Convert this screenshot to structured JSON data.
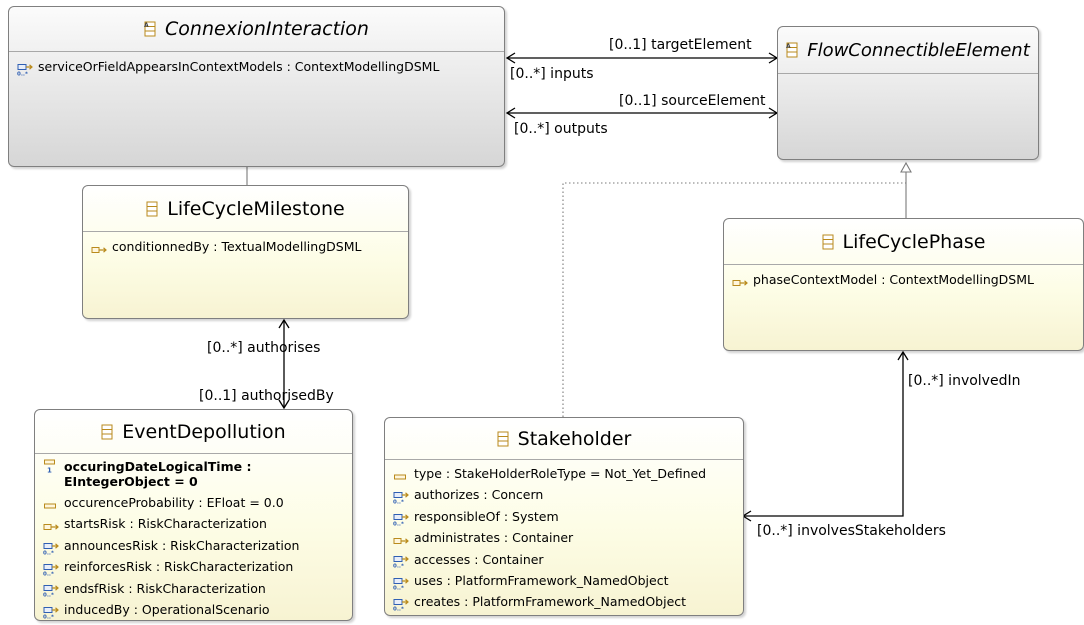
{
  "classes": {
    "connexion": {
      "name": "ConnexionInteraction",
      "attrs": [
        {
          "text": "serviceOrFieldAppearsInContextModels : ContextModellingDSML",
          "icon": "many-reference-icon"
        }
      ]
    },
    "flow": {
      "name": "FlowConnectibleElement",
      "attrs": []
    },
    "milestone": {
      "name": "LifeCycleMilestone",
      "attrs": [
        {
          "text": "conditionnedBy : TextualModellingDSML",
          "icon": "reference-icon"
        }
      ]
    },
    "phase": {
      "name": "LifeCyclePhase",
      "attrs": [
        {
          "text": "phaseContextModel : ContextModellingDSML",
          "icon": "reference-icon"
        }
      ]
    },
    "event": {
      "name": "EventDepollution",
      "attrs": [
        {
          "text": "occuringDateLogicalTime :\nEIntegerObject = 0",
          "icon": "required-attribute-icon",
          "bold": true
        },
        {
          "text": "occurenceProbability : EFloat = 0.0",
          "icon": "attribute-icon"
        },
        {
          "text": "startsRisk : RiskCharacterization",
          "icon": "reference-icon"
        },
        {
          "text": "announcesRisk : RiskCharacterization",
          "icon": "many-reference-icon"
        },
        {
          "text": "reinforcesRisk : RiskCharacterization",
          "icon": "many-reference-icon"
        },
        {
          "text": "endsfRisk : RiskCharacterization",
          "icon": "many-reference-icon"
        },
        {
          "text": "inducedBy : OperationalScenario",
          "icon": "many-reference-icon"
        }
      ]
    },
    "stakeholder": {
      "name": "Stakeholder",
      "attrs": [
        {
          "text": "type : StakeHolderRoleType = Not_Yet_Defined",
          "icon": "attribute-icon"
        },
        {
          "text": "authorizes : Concern",
          "icon": "many-reference-icon"
        },
        {
          "text": "responsibleOf : System",
          "icon": "many-reference-icon"
        },
        {
          "text": "administrates : Container",
          "icon": "reference-icon"
        },
        {
          "text": "accesses : Container",
          "icon": "many-reference-icon"
        },
        {
          "text": "uses : PlatformFramework_NamedObject",
          "icon": "many-reference-icon"
        },
        {
          "text": "creates : PlatformFramework_NamedObject",
          "icon": "many-reference-icon"
        }
      ]
    }
  },
  "edge_labels": {
    "target_element": "[0..1] targetElement",
    "inputs": "[0..*] inputs",
    "source_element": "[0..1] sourceElement",
    "outputs": "[0..*] outputs",
    "authorises": "[0..*] authorises",
    "authorised_by": "[0..1] authorisedBy",
    "involved_in": "[0..*] involvedIn",
    "involves_stakeholders": "[0..*] involvesStakeholders"
  },
  "icon_markers": {
    "many": "0..*",
    "one": "1"
  },
  "colors": {
    "abstract_top": "#fbfbfb",
    "abstract_bottom": "#d6d6d6",
    "concrete_top": "#ffffff",
    "concrete_bottom": "#f7f3d2",
    "border": "#7f7f7f",
    "edge": "#000000",
    "generalization": "#7a7a7a",
    "icon_blue": "#2f5fb3",
    "icon_gold": "#b98a1c"
  }
}
